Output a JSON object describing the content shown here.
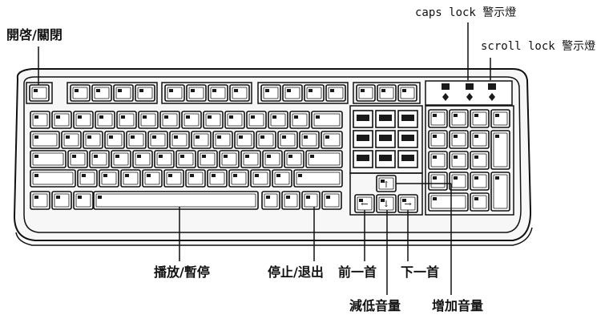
{
  "labels": {
    "power": "開啓/關閉",
    "caps_lock_led": "caps lock 警示燈",
    "scroll_lock_led": "scroll lock 警示燈",
    "play_pause": "播放/暫停",
    "stop_eject": "停止/退出",
    "previous_track": "前一首",
    "next_track": "下一首",
    "volume_down": "減低音量",
    "volume_up": "增加音量"
  },
  "colors": {
    "line": "#111111",
    "key_fill": "#ffffff",
    "key_dark": "#1a1a1a",
    "body_fill": "#f7f7f7"
  }
}
